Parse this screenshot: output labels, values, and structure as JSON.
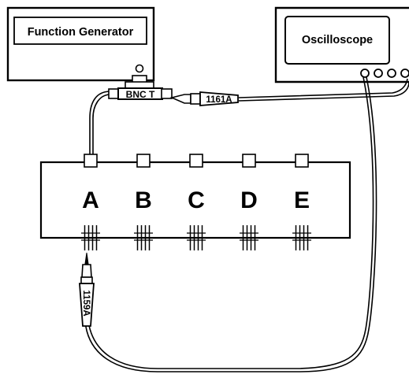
{
  "function_generator": {
    "label": "Function Generator"
  },
  "oscilloscope": {
    "label": "Oscilloscope"
  },
  "bnc_t": {
    "label": "BNC T"
  },
  "probe_top": {
    "label": "1161A"
  },
  "probe_bottom": {
    "label": "1159A"
  },
  "test_points": [
    {
      "label": "A"
    },
    {
      "label": "B"
    },
    {
      "label": "C"
    },
    {
      "label": "D"
    },
    {
      "label": "E"
    }
  ]
}
